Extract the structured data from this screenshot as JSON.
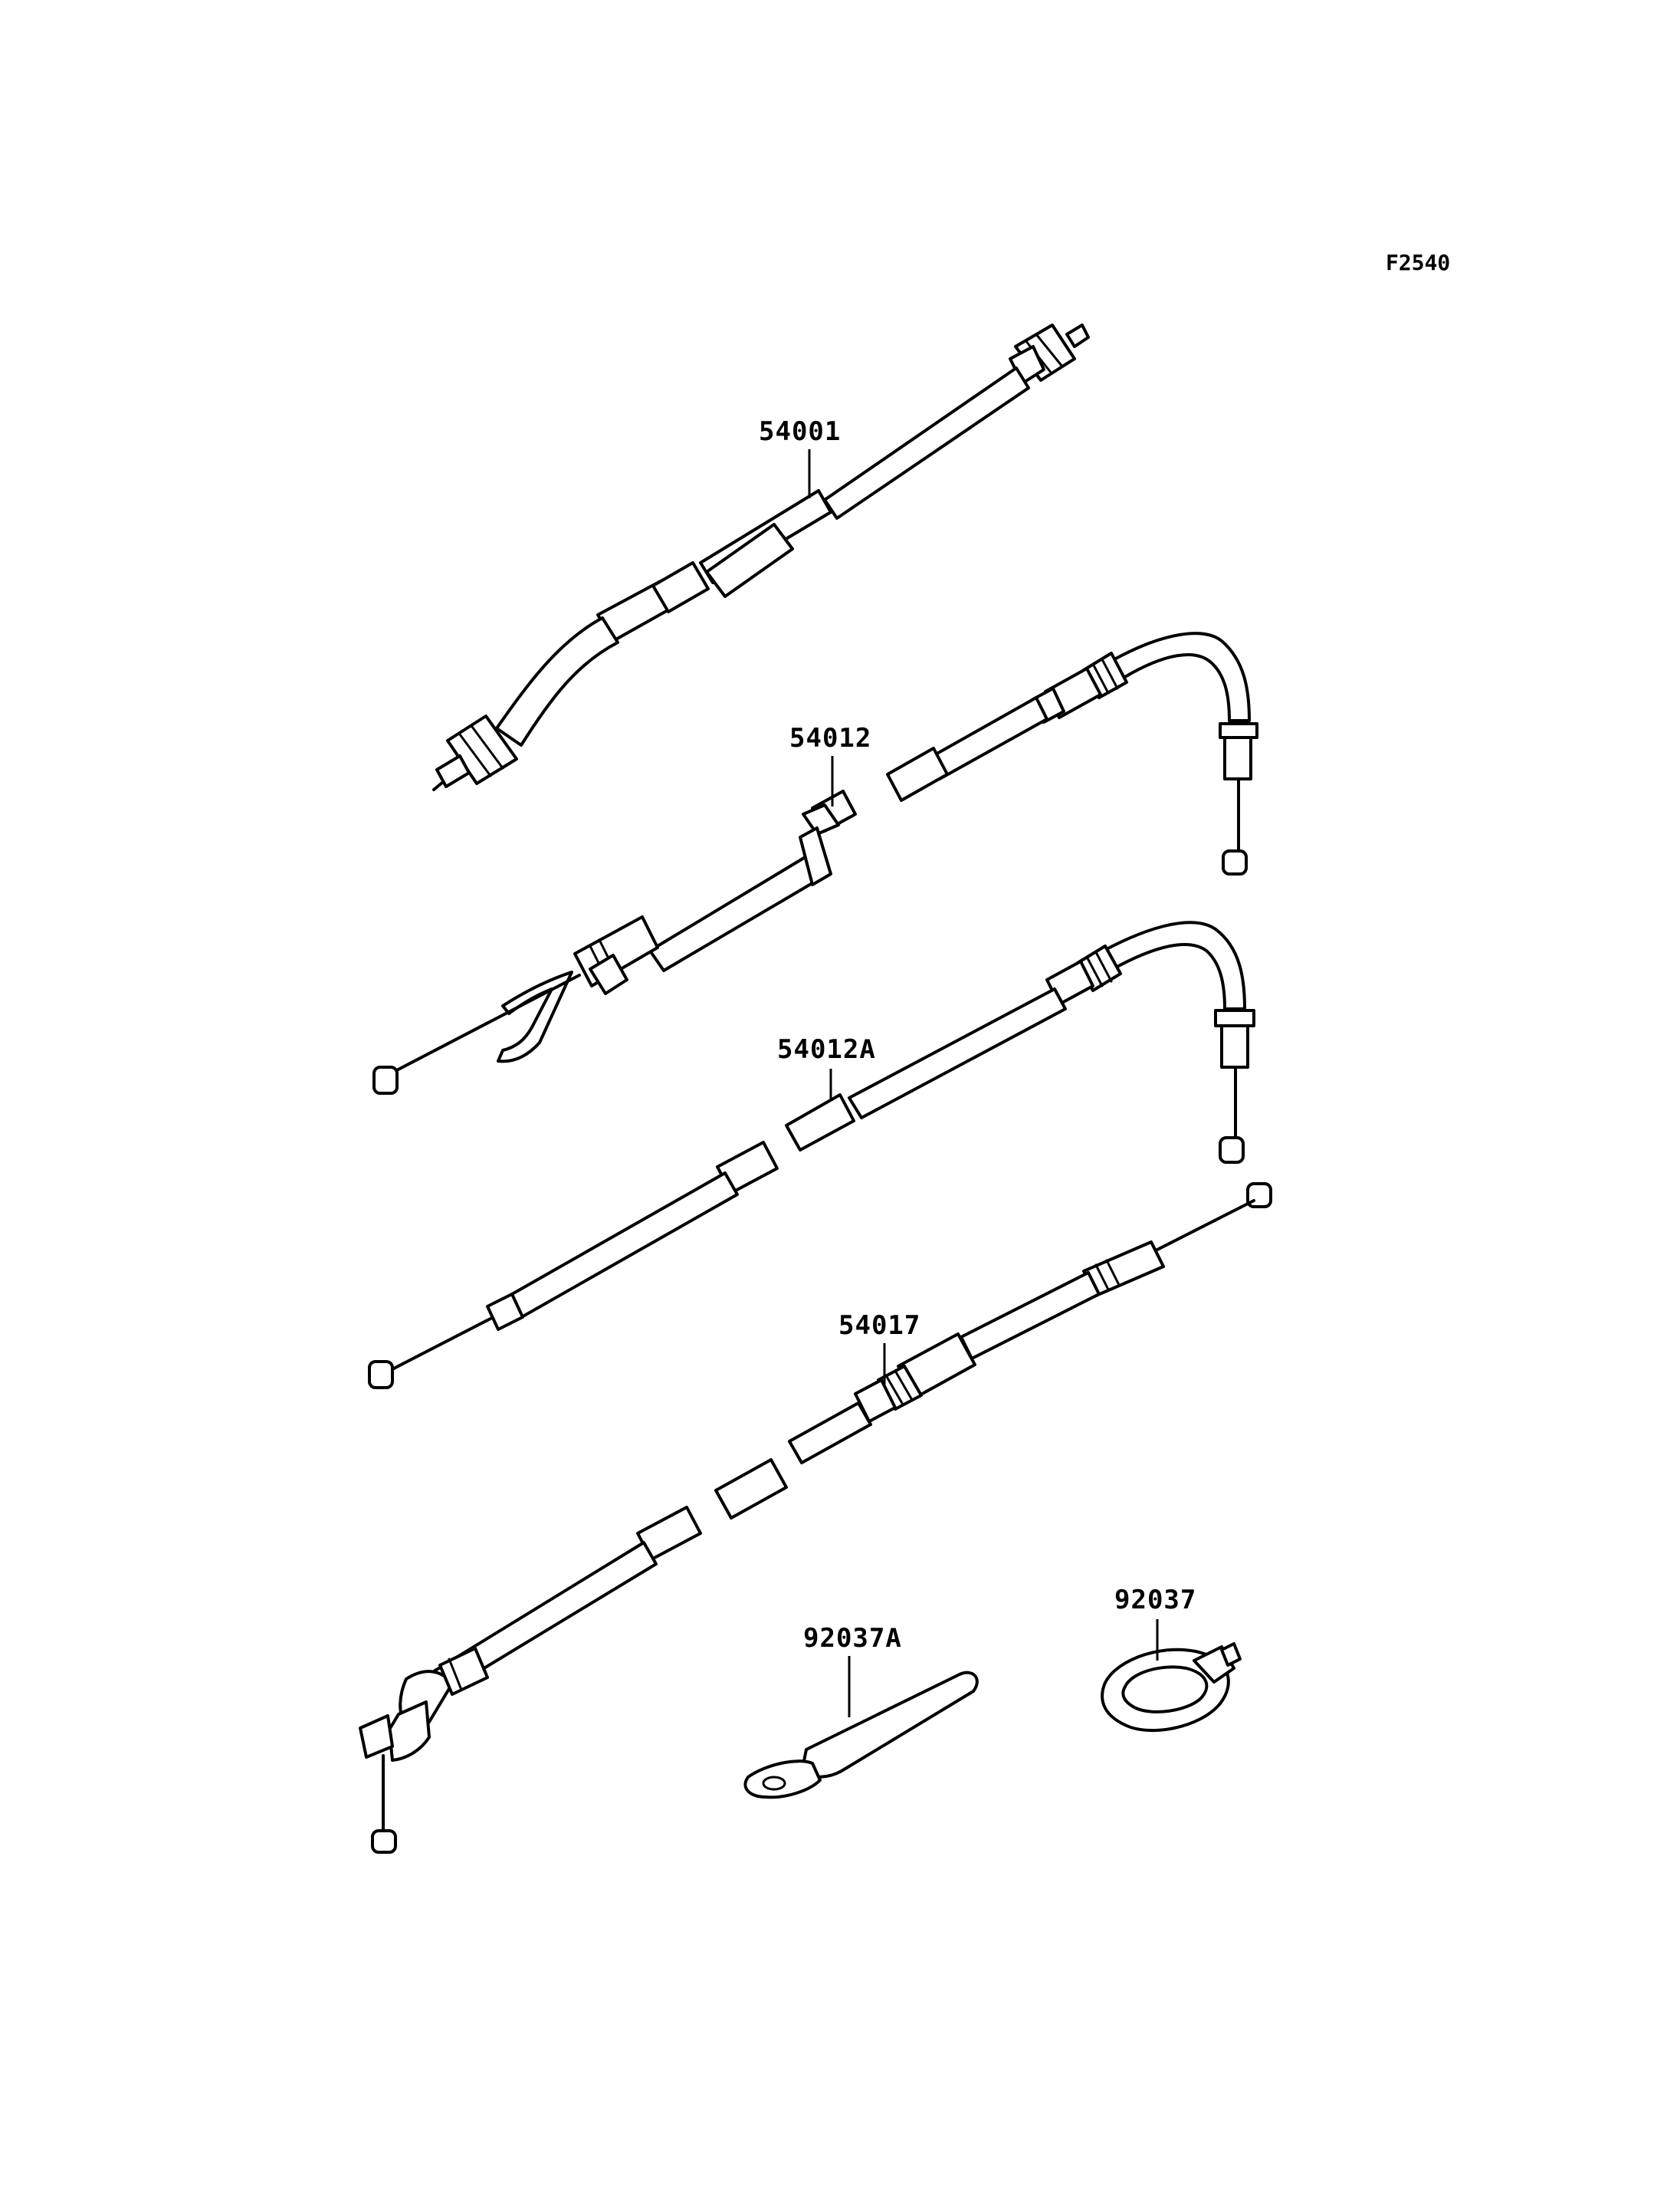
{
  "figure_code": "F2540",
  "parts": [
    {
      "id": "speedometer-cable",
      "label": "54001"
    },
    {
      "id": "throttle-cable-opening",
      "label": "54012"
    },
    {
      "id": "throttle-cable-closing",
      "label": "54012A"
    },
    {
      "id": "clutch-cable",
      "label": "54017"
    },
    {
      "id": "cable-clamp-strap",
      "label": "92037A"
    },
    {
      "id": "cable-clamp-ring",
      "label": "92037"
    }
  ],
  "colors": {
    "line": "#000000",
    "background": "#ffffff"
  }
}
